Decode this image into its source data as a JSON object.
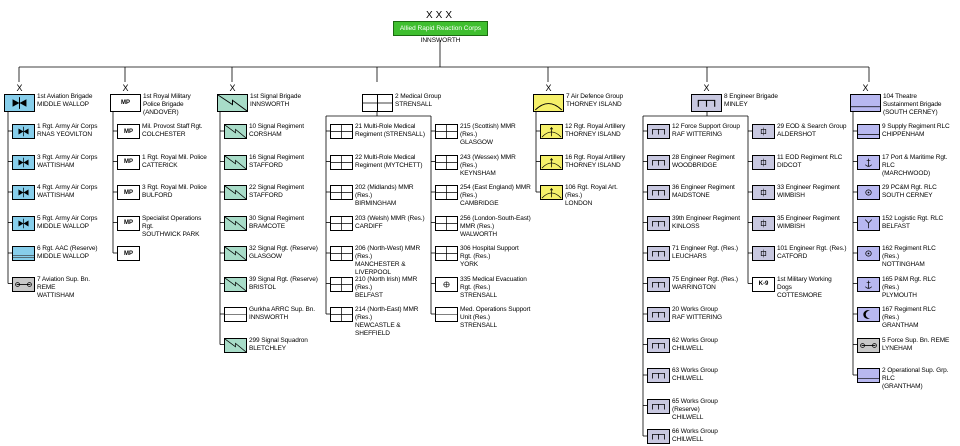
{
  "hq": {
    "echelon": "XXX",
    "name": "Allied Rapid Reaction Corps",
    "location": "INNSWORTH"
  },
  "colors": {
    "aviation": "#87ceeb",
    "mp": "#ffffff",
    "signals": "#a8dcc8",
    "medical": "#ffffff",
    "airdef": "#f5f06a",
    "engineer": "#c8c8e0",
    "sustain": "#b8b8f0",
    "reme": "#c8c8c8",
    "hq_green": "#3fbf2f"
  },
  "columns": [
    {
      "brigade": {
        "echelon": "X",
        "name": "1st Aviation Brigade",
        "location": "MIDDLE WALLOP",
        "icon": "aviation-bowtie"
      },
      "units": [
        {
          "name": "1 Rgt. Army Air Corps",
          "location": "RNAS YEOVILTON",
          "icon": "aviation-bowtie"
        },
        {
          "name": "3 Rgt. Army Air Corps",
          "location": "WATTISHAM",
          "icon": "aviation-bowtie"
        },
        {
          "name": "4 Rgt. Army Air Corps",
          "location": "WATTISHAM",
          "icon": "aviation-bowtie"
        },
        {
          "name": "5 Rgt. Army Air Corps",
          "location": "MIDDLE WALLOP",
          "icon": "aviation-bowtie"
        },
        {
          "name": "6 Rgt. AAC (Reserve)",
          "location": "MIDDLE WALLOP",
          "icon": "aviation-reserve"
        },
        {
          "name": "7 Aviation Sup. Bn. REME",
          "location": "WATTISHAM",
          "icon": "reme-wrench"
        }
      ]
    },
    {
      "brigade": {
        "echelon": "X",
        "name": "1st Royal Military Police Brigade (ANDOVER)",
        "location": "",
        "icon": "mp"
      },
      "units": [
        {
          "name": "Mil. Provost Staff Rgt.",
          "location": "COLCHESTER",
          "icon": "mp"
        },
        {
          "name": "1 Rgt. Royal Mil. Police",
          "location": "CATTERICK",
          "icon": "mp"
        },
        {
          "name": "3 Rgt. Royal Mil. Police",
          "location": "BULFORD",
          "icon": "mp"
        },
        {
          "name": "Specialist Operations Rgt.",
          "location": "SOUTHWICK PARK",
          "icon": "mp"
        },
        {
          "name": "",
          "location": "",
          "icon": "mp"
        }
      ]
    },
    {
      "brigade": {
        "echelon": "X",
        "name": "1st Signal Brigade",
        "location": "INNSWORTH",
        "icon": "signal"
      },
      "units": [
        {
          "name": "10 Signal Regiment",
          "location": "CORSHAM",
          "icon": "signal"
        },
        {
          "name": "16 Signal Regiment",
          "location": "STAFFORD",
          "icon": "signal"
        },
        {
          "name": "22 Signal Regiment",
          "location": "STAFFORD",
          "icon": "signal"
        },
        {
          "name": "30 Signal Regiment",
          "location": "BRAMCOTE",
          "icon": "signal"
        },
        {
          "name": "32 Signal Rgt. (Reserve)",
          "location": "GLASGOW",
          "icon": "signal"
        },
        {
          "name": "39 Signal Rgt. (Reserve)",
          "location": "BRISTOL",
          "icon": "signal"
        },
        {
          "name": "Gurkha ARRC Sup. Bn.",
          "location": "INNSWORTH",
          "icon": "support"
        },
        {
          "name": "299 Signal Squadron",
          "location": "BLETCHLEY",
          "icon": "signal"
        }
      ]
    },
    {
      "brigade": {
        "echelon": "",
        "name": "2 Medical Group",
        "location": "STRENSALL",
        "icon": "medical"
      },
      "units": [
        {
          "name": "21 Multi-Role Medical Regiment (STRENSALL)",
          "location": "",
          "icon": "medical"
        },
        {
          "name": "22 Multi-Role Medical Regiment (MYTCHETT)",
          "location": "",
          "icon": "medical"
        },
        {
          "name": "202 (Midlands) MMR (Res.)",
          "location": "BIRMINGHAM",
          "icon": "medical"
        },
        {
          "name": "203 (Welsh) MMR (Res.)",
          "location": "CARDIFF",
          "icon": "medical"
        },
        {
          "name": "206 (North-West) MMR (Res.)",
          "location": "MANCHESTER & LIVERPOOL",
          "icon": "medical"
        },
        {
          "name": "210 (North Irish) MMR (Res.)",
          "location": "BELFAST",
          "icon": "medical"
        },
        {
          "name": "214 (North-East) MMR (Res.)",
          "location": "NEWCASTLE & SHEFFIELD",
          "icon": "medical"
        }
      ],
      "units2": [
        {
          "name": "215 (Scottish) MMR (Res.)",
          "location": "GLASGOW",
          "icon": "medical"
        },
        {
          "name": "243 (Wessex) MMR (Res.)",
          "location": "KEYNSHAM",
          "icon": "medical"
        },
        {
          "name": "254 (East England) MMR (Res.)",
          "location": "CAMBRIDGE",
          "icon": "medical"
        },
        {
          "name": "256 (London-South-East) MMR (Res.)",
          "location": "WALWORTH",
          "icon": "medical"
        },
        {
          "name": "306 Hospital Support Rgt. (Res.)",
          "location": "YORK",
          "icon": "medical"
        },
        {
          "name": "335 Medical Evacuation Rgt. (Res.)",
          "location": "STRENSALL",
          "icon": "medevac"
        },
        {
          "name": "Med. Operations Support Unit (Res.)",
          "location": "STRENSALL",
          "icon": "plain"
        }
      ]
    },
    {
      "brigade": {
        "echelon": "X",
        "name": "7 Air Defence Group",
        "location": "THORNEY ISLAND",
        "icon": "airdef"
      },
      "units": [
        {
          "name": "12 Rgt. Royal Artillery",
          "location": "THORNEY ISLAND",
          "icon": "airdef-missile"
        },
        {
          "name": "16 Rgt. Royal Artillery",
          "location": "THORNEY ISLAND",
          "icon": "airdef-missile"
        },
        {
          "name": "106 Rgt. Royal Art. (Res.)",
          "location": "LONDON",
          "icon": "airdef-missile"
        }
      ]
    },
    {
      "brigade": {
        "echelon": "X",
        "name": "8 Engineer Brigade",
        "location": "MINLEY",
        "icon": "engineer"
      },
      "units": [
        {
          "name": "12 Force Support Group",
          "location": "RAF WITTERING",
          "icon": "engineer"
        },
        {
          "name": "28 Engineer Regiment",
          "location": "WOODBRIDGE",
          "icon": "engineer"
        },
        {
          "name": "36 Engineer Regiment",
          "location": "MAIDSTONE",
          "icon": "engineer"
        },
        {
          "name": "39th Engineer Regiment",
          "location": "KINLOSS",
          "icon": "engineer"
        },
        {
          "name": "71 Engineer Rgt. (Res.)",
          "location": "LEUCHARS",
          "icon": "engineer"
        },
        {
          "name": "75 Engineer Rgt. (Res.)",
          "location": "WARRINGTON",
          "icon": "engineer"
        },
        {
          "name": "20 Works Group",
          "location": "RAF WITTERING",
          "icon": "engineer"
        },
        {
          "name": "62 Works Group",
          "location": "CHILWELL",
          "icon": "engineer"
        },
        {
          "name": "63 Works Group",
          "location": "CHILWELL",
          "icon": "engineer"
        },
        {
          "name": "65 Works Group (Reserve)",
          "location": "CHILWELL",
          "icon": "engineer"
        },
        {
          "name": "66 Works Group",
          "location": "CHILWELL",
          "icon": "engineer"
        }
      ],
      "units2": [
        {
          "name": "29 EOD & Search Group",
          "location": "ALDERSHOT",
          "icon": "eod"
        },
        {
          "name": "11 EOD Regiment RLC",
          "location": "DIDCOT",
          "icon": "eod"
        },
        {
          "name": "33 Engineer Regiment",
          "location": "WIMBISH",
          "icon": "eod"
        },
        {
          "name": "35 Engineer Regiment",
          "location": "WIMBISH",
          "icon": "eod"
        },
        {
          "name": "101 Engineer Rgt. (Res.)",
          "location": "CATFORD",
          "icon": "eod"
        },
        {
          "name": "1st Military Working Dogs",
          "location": "COTTESMORE",
          "icon": "k9"
        }
      ]
    },
    {
      "brigade": {
        "echelon": "X",
        "name": "104 Theatre Sustainment Brigade (SOUTH CERNEY)",
        "location": "",
        "icon": "sustain"
      },
      "units": [
        {
          "name": "9 Supply Regiment RLC",
          "location": "CHIPPENHAM",
          "icon": "supply"
        },
        {
          "name": "17 Port & Maritime Rgt. RLC",
          "location": "(MARCHWOOD)",
          "icon": "anchor"
        },
        {
          "name": "29 PC&M Rgt. RLC",
          "location": "SOUTH CERNEY",
          "icon": "postal"
        },
        {
          "name": "152 Logistic Rgt. RLC",
          "location": "BELFAST",
          "icon": "fuel"
        },
        {
          "name": "162 Regiment RLC (Res.)",
          "location": "NOTTINGHAM",
          "icon": "postal"
        },
        {
          "name": "165 P&M Rgt. RLC (Res.)",
          "location": "PLYMOUTH",
          "icon": "anchor"
        },
        {
          "name": "167 Regiment RLC (Res.)",
          "location": "GRANTHAM",
          "icon": "moon"
        },
        {
          "name": "5 Force Sup. Bn. REME",
          "location": "LYNEHAM",
          "icon": "reme-wrench"
        },
        {
          "name": "2 Operational Sup. Grp. RLC",
          "location": "(GRANTHAM)",
          "icon": "sustain"
        }
      ]
    }
  ]
}
